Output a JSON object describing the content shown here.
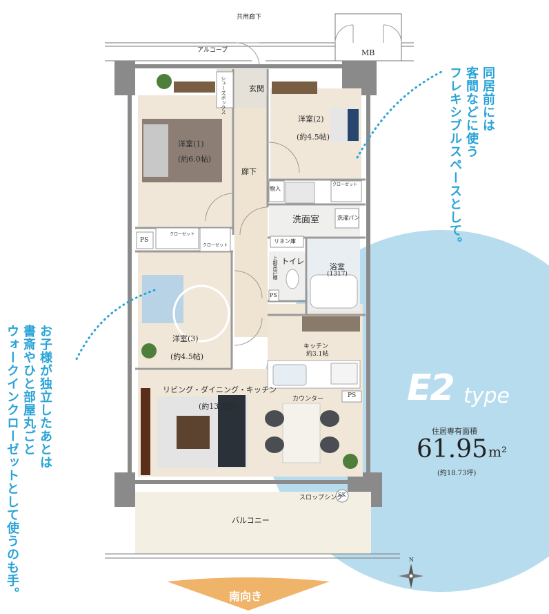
{
  "colors": {
    "wall": "#8a8a8a",
    "floor_wood": "#f1e7d8",
    "floor_tile": "#efefed",
    "balcony": "#f3f0e3",
    "accent_circle": "#b7dcee",
    "callout_blue": "#2aa3d6",
    "orientation_arrow": "#f0b36a"
  },
  "exterior": {
    "common_corridor": "共用廊下",
    "alcove": "アルコーブ",
    "mb": "MB",
    "balcony": "バルコニー",
    "slop_sink": "スロップシンク",
    "sk": "SK"
  },
  "rooms": {
    "entrance": "玄関",
    "shoe_box": "シューズボックス",
    "western_1_name": "洋室(1)",
    "western_1_size": "(約6.0帖)",
    "western_2_name": "洋室(2)",
    "western_2_size": "(約4.5帖)",
    "western_3_name": "洋室(3)",
    "western_3_size": "(約4.5帖)",
    "hallway": "廊下",
    "storage": "物入",
    "closet": "クローゼット",
    "wash_room": "洗面室",
    "laundry_pan": "洗濯パン",
    "linen_storage": "リネン庫",
    "toilet": "トイレ",
    "upper_shelf": "上部吊戸棚",
    "bath": "浴室",
    "bath_size": "(1317)",
    "ps": "PS",
    "kitchen": "キッチン",
    "kitchen_size": "約3.1帖",
    "ldk": "リビング・ダイニング・キッチン",
    "ldk_size": "(約13.4帖)",
    "counter": "カウンター"
  },
  "callouts": {
    "top_right": [
      "同居前には",
      "客間などに使う",
      "フレキシブルスペースとして。"
    ],
    "left": [
      "お子様が独立したあとは",
      "書斎やひと部屋丸ごと",
      "ウォークインクローゼットとして使うのも手。"
    ]
  },
  "type_info": {
    "type_code": "E2",
    "type_word": "type",
    "area_title": "住居専有面積",
    "area_value": "61.95",
    "area_unit": "m²",
    "area_tsubo": "(約18.73坪)"
  },
  "orientation": {
    "label": "南向き",
    "compass_letter": "N"
  }
}
